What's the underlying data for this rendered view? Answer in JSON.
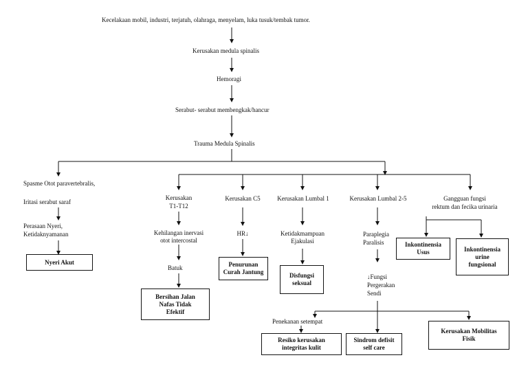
{
  "causes": "Kecelakaan mobil, industri, terjatuh, olahraga, menyelam, luka tusuk/tembak tumor.",
  "step1": "Kerusakan medula spinalis",
  "step2": "Hemoragi",
  "step3": "Serabut- serabut membengkak/hancur",
  "step4": "Trauma Medula Spinalis",
  "branch1": {
    "line1": "Spasme Otot paravertebralis,",
    "line2": "Iritasi serabut saraf",
    "effect1": "Perasaan Nyeri,",
    "effect2": "Ketidaknyamanan",
    "diagnosis": "Nyeri Akut"
  },
  "branch2": {
    "line1": "Kerusakan",
    "line2": "T1-T12",
    "effect1": "Kehilangan inervasi",
    "effect2": "otot intercostal",
    "effect3": "Batuk",
    "dx1": "Bersihan Jalan",
    "dx2": "Nafas Tidak",
    "dx3": "Efektif"
  },
  "branch3": {
    "line1": "Kerusakan C5",
    "effect1": "HR↓",
    "dx1": "Penurunan",
    "dx2": "Curah Jantung"
  },
  "branch4": {
    "line1": "Kerusakan Lumbal 1",
    "effect1": "Ketidakmampuan",
    "effect2": "Ejakulasi",
    "dx1": "Disfungsi",
    "dx2": "seksual"
  },
  "branch5": {
    "line1": "Kerusakan Lumbal 2-5",
    "effect1": "Paraplegia",
    "effect2": "Paralisis",
    "effect3": "↓Fungsi",
    "effect4": "Pergerakan",
    "effect5": "Sendi",
    "sub1": "Penekanan setempat",
    "dxA1": "Resiko kerusakan",
    "dxA2": "integritas kulit",
    "dxB1": "Sindrom defisit",
    "dxB2": "self care",
    "dxC1": "Kerusakan Mobilitas",
    "dxC2": "Fisik"
  },
  "branch6": {
    "line1": "Gangguan fungsi",
    "line2": "rektum dan fecika urinaria",
    "dxA1": "Inkontinensia",
    "dxA2": "Usus",
    "dxB1": "Inkontinensia",
    "dxB2": "urine",
    "dxB3": "fungsional"
  }
}
